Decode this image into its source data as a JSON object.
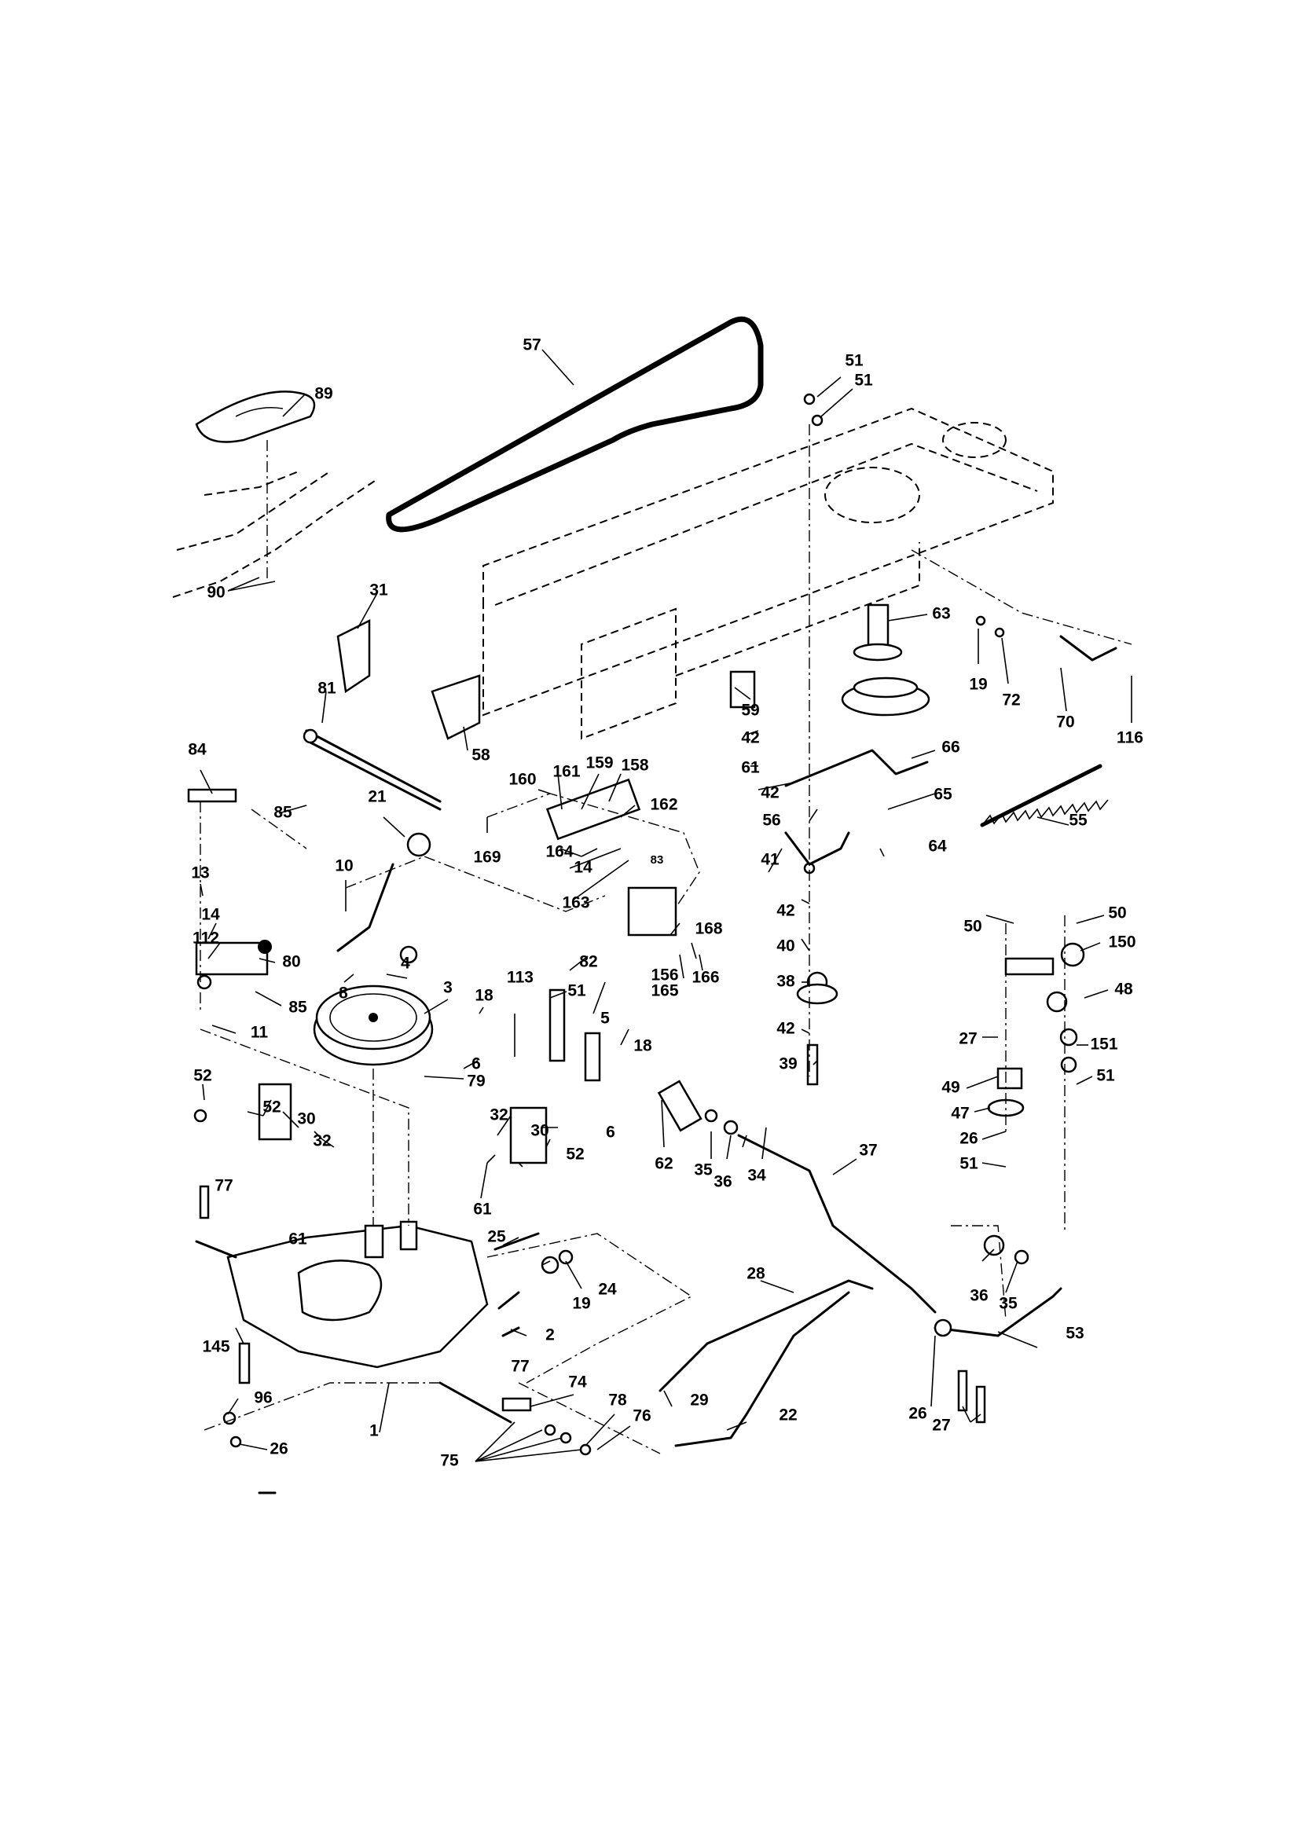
{
  "diagram": {
    "labels": [
      {
        "id": "57"
      },
      {
        "id": "51"
      },
      {
        "id": "51"
      },
      {
        "id": "89"
      },
      {
        "id": "90"
      },
      {
        "id": "31"
      },
      {
        "id": "81"
      },
      {
        "id": "58"
      },
      {
        "id": "63"
      },
      {
        "id": "19"
      },
      {
        "id": "72"
      },
      {
        "id": "70"
      },
      {
        "id": "116"
      },
      {
        "id": "59"
      },
      {
        "id": "42"
      },
      {
        "id": "61"
      },
      {
        "id": "66"
      },
      {
        "id": "42"
      },
      {
        "id": "56"
      },
      {
        "id": "65"
      },
      {
        "id": "64"
      },
      {
        "id": "55"
      },
      {
        "id": "84"
      },
      {
        "id": "85"
      },
      {
        "id": "21"
      },
      {
        "id": "160"
      },
      {
        "id": "161"
      },
      {
        "id": "159"
      },
      {
        "id": "158"
      },
      {
        "id": "162"
      },
      {
        "id": "169"
      },
      {
        "id": "164"
      },
      {
        "id": "14"
      },
      {
        "id": "83"
      },
      {
        "id": "163"
      },
      {
        "id": "10"
      },
      {
        "id": "13"
      },
      {
        "id": "14"
      },
      {
        "id": "112"
      },
      {
        "id": "80"
      },
      {
        "id": "85"
      },
      {
        "id": "11"
      },
      {
        "id": "8"
      },
      {
        "id": "4"
      },
      {
        "id": "3"
      },
      {
        "id": "18"
      },
      {
        "id": "113"
      },
      {
        "id": "51"
      },
      {
        "id": "82"
      },
      {
        "id": "168"
      },
      {
        "id": "165"
      },
      {
        "id": "156"
      },
      {
        "id": "166"
      },
      {
        "id": "41"
      },
      {
        "id": "42"
      },
      {
        "id": "40"
      },
      {
        "id": "38"
      },
      {
        "id": "42"
      },
      {
        "id": "39"
      },
      {
        "id": "50"
      },
      {
        "id": "50"
      },
      {
        "id": "150"
      },
      {
        "id": "48"
      },
      {
        "id": "27"
      },
      {
        "id": "151"
      },
      {
        "id": "51"
      },
      {
        "id": "49"
      },
      {
        "id": "47"
      },
      {
        "id": "26"
      },
      {
        "id": "51"
      },
      {
        "id": "5"
      },
      {
        "id": "18"
      },
      {
        "id": "6"
      },
      {
        "id": "6"
      },
      {
        "id": "79"
      },
      {
        "id": "52"
      },
      {
        "id": "52"
      },
      {
        "id": "30"
      },
      {
        "id": "32"
      },
      {
        "id": "77"
      },
      {
        "id": "61"
      },
      {
        "id": "32"
      },
      {
        "id": "30"
      },
      {
        "id": "52"
      },
      {
        "id": "61"
      },
      {
        "id": "62"
      },
      {
        "id": "35"
      },
      {
        "id": "36"
      },
      {
        "id": "34"
      },
      {
        "id": "37"
      },
      {
        "id": "25"
      },
      {
        "id": "24"
      },
      {
        "id": "19"
      },
      {
        "id": "2"
      },
      {
        "id": "28"
      },
      {
        "id": "36"
      },
      {
        "id": "35"
      },
      {
        "id": "53"
      },
      {
        "id": "145"
      },
      {
        "id": "77"
      },
      {
        "id": "96"
      },
      {
        "id": "74"
      },
      {
        "id": "29"
      },
      {
        "id": "22"
      },
      {
        "id": "1"
      },
      {
        "id": "78"
      },
      {
        "id": "76"
      },
      {
        "id": "26"
      },
      {
        "id": "75"
      },
      {
        "id": "26"
      },
      {
        "id": "27"
      }
    ]
  }
}
